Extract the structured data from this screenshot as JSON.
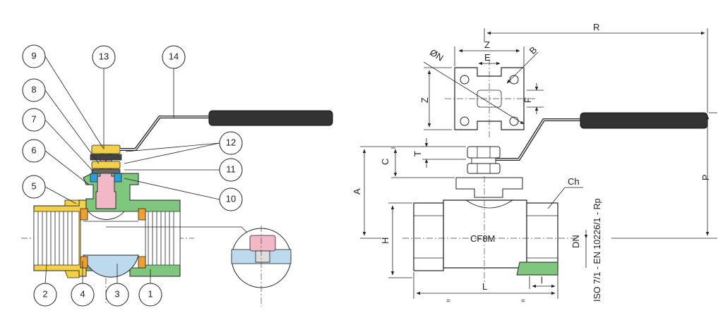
{
  "left_view": {
    "callouts": [
      "1",
      "2",
      "3",
      "4",
      "5",
      "6",
      "7",
      "8",
      "9",
      "10",
      "11",
      "12",
      "13",
      "14"
    ]
  },
  "right_view": {
    "dimensions": {
      "R": "R",
      "Z_top": "Z",
      "E": "E",
      "B": "B",
      "N": "ØN",
      "Z_side": "Z",
      "F": "F",
      "T": "T",
      "C": "C",
      "A": "A",
      "P": "P",
      "H": "H",
      "Ch": "Ch",
      "DN": "DN",
      "L": "L",
      "l": "l"
    },
    "body_marking": "CF8M",
    "equal_marks": [
      "=",
      "="
    ],
    "thread_standard": "ISO 7/1 - EN 10226/1 - Rp"
  },
  "colors": {
    "body_yellow": "#f3d04a",
    "body_green": "#7fc77f",
    "stem_pink": "#f2b8c8",
    "seal_orange": "#f0a030",
    "seal_blue": "#2a9fd8",
    "handle_gray": "#333333"
  }
}
